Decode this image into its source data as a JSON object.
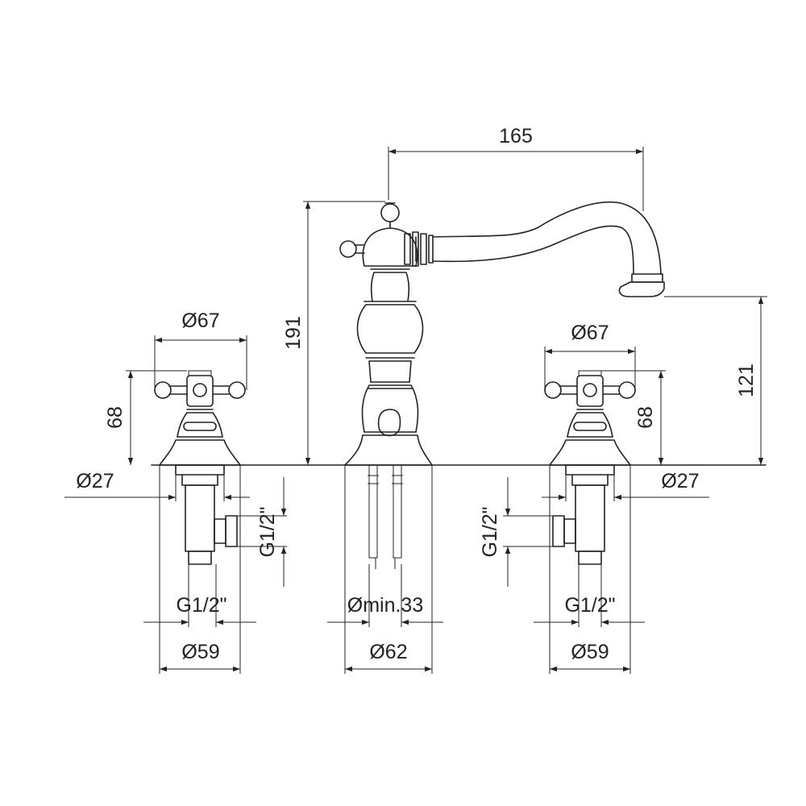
{
  "title": "",
  "dimensions": {
    "spout_reach": "165",
    "total_height": "191",
    "spout_height": "121",
    "left_handle_diameter": "Ø67",
    "right_handle_diameter": "Ø67",
    "left_valve_height": "68",
    "right_valve_height": "68",
    "left_stem_diameter": "Ø27",
    "right_stem_diameter": "Ø27",
    "left_side_connection": "G1/2\"",
    "right_side_connection": "G1/2\"",
    "left_bottom_connection": "G1/2\"",
    "right_bottom_connection": "G1/2\"",
    "center_hole": "Ømin.33",
    "left_base_diameter": "Ø59",
    "center_base_diameter": "Ø62",
    "right_base_diameter": "Ø59"
  },
  "style": {
    "line_color": "#222222",
    "background": "#ffffff"
  }
}
